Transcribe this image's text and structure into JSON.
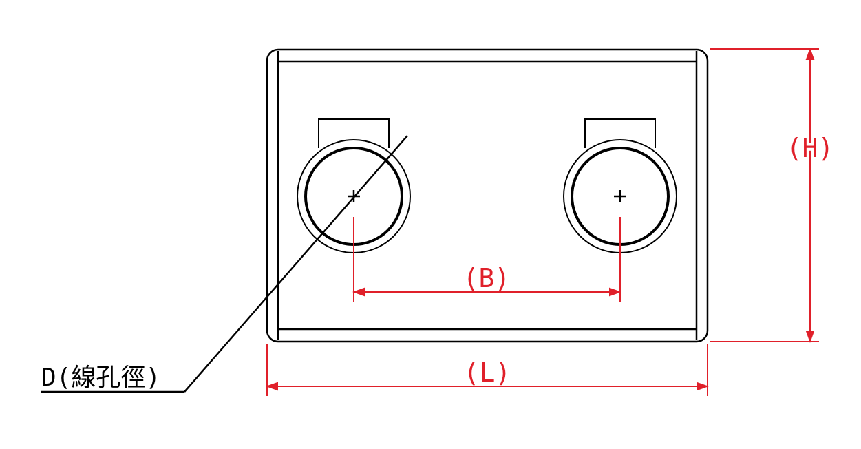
{
  "labels": {
    "height": "(H)",
    "spacing": "(B)",
    "length": "(L)",
    "diameter": "D(線孔徑)"
  },
  "colors": {
    "outline": "#000000",
    "dimension": "#e0202a",
    "background": "#ffffff"
  }
}
